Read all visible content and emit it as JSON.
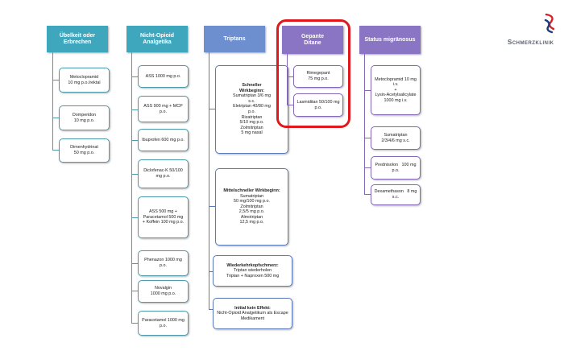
{
  "columns": [
    {
      "header": [
        "Übelkeit oder",
        "Erbrechen"
      ],
      "items": [
        [
          "Metoclopramid",
          "10 mg p.o./rektal"
        ],
        [
          "Domperidon",
          "10 mg p.o."
        ],
        [
          "Dimenhydrinat",
          "50 mg p.o."
        ]
      ]
    },
    {
      "header": [
        "Nicht-Opioid",
        "Analgetika"
      ],
      "items": [
        [
          "ASS 1000 mg p.o."
        ],
        [
          "ASS 900 mg + MCP",
          "p.o."
        ],
        [
          "Ibuprofen 600 mg p.o."
        ],
        [
          "Diclofenac-K 50/100",
          "mg p.o."
        ],
        [
          "ASS 500 mg +",
          "Paracetamol 500 mg",
          "+ Koffein 100 mg p.o."
        ],
        [
          "Phenazon 1000 mg",
          "p.o."
        ],
        [
          "Novalgin",
          "1000 mg p.o."
        ],
        [
          "Paracetamol 1000 mg",
          "p.o."
        ]
      ]
    },
    {
      "header": [
        "Triptans"
      ],
      "items": [
        {
          "title": [
            "Schneller",
            "Wirkbeginn:"
          ],
          "lines": [
            "Sumatriptan 3/6 mg",
            "s.c.",
            "Eletriptan 40/80 mg",
            "p.o.",
            "Rizatriptan",
            "5/10 mg p.o.",
            "Zolmitriptan",
            "5 mg nasal"
          ]
        },
        {
          "title": [
            "Mittelschneller Wirkbeginn:"
          ],
          "lines": [
            "Sumatriptan",
            "50 mg/100 mg p.o.",
            "Zolmitriptan",
            "2,5/5 mg p.o.",
            "Almotriptan",
            "12,5 mg p.o."
          ]
        },
        {
          "title": [
            "Wiederkehrkopfschmerz:"
          ],
          "lines": [
            "Triptan wiederholen",
            "Triptan + Naproxen 500 mg"
          ]
        },
        {
          "title": [
            "Initial kein Effekt:"
          ],
          "lines": [
            "Nicht-Opioid Analgetikum als Escape",
            "Medikament"
          ]
        }
      ]
    },
    {
      "header": [
        "Gepante",
        "Ditane"
      ],
      "items": [
        [
          "Rimegepant",
          "75 mg p.o."
        ],
        [
          "Lasmiditan 50/100 mg",
          "p.o."
        ]
      ]
    },
    {
      "header": [
        "Status migränosus"
      ],
      "items": [
        [
          "Metoclopramid 10 mg",
          "i.v.",
          "+",
          "Lysin-Acetylsalicylate",
          "1000 mg i.v."
        ],
        [
          "Sumatriptan",
          "2/3/4/6 mg s.c."
        ],
        [
          "Prednisolon   100 mg",
          "p.o."
        ],
        [
          "Dexamethason   8 mg",
          "s.c."
        ]
      ]
    }
  ],
  "logo": {
    "text": "Schmerzklinik"
  },
  "colors": {
    "teal": "#3fa7bd",
    "blue": "#6d8ecf",
    "purple": "#8a74c4",
    "highlight": "#e0181d"
  }
}
